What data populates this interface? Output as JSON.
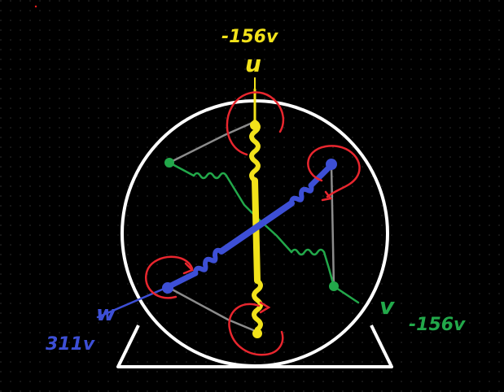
{
  "background": {
    "color": "#000000",
    "grid_color": "#2a2a2a",
    "grid": true
  },
  "colors": {
    "frame": "#ffffff",
    "phase_u": "#f2e21a",
    "phase_v": "#22a84a",
    "phase_w": "#3d4fd6",
    "rotation_marker": "#e8262e",
    "wire": "#8c8c8c",
    "stray_dot": "#ff2020"
  },
  "labels": {
    "u_phase": "u",
    "u_voltage": "-156v",
    "w_phase": "w",
    "w_voltage": "311v",
    "v_phase": "v",
    "v_voltage": "-156v"
  }
}
